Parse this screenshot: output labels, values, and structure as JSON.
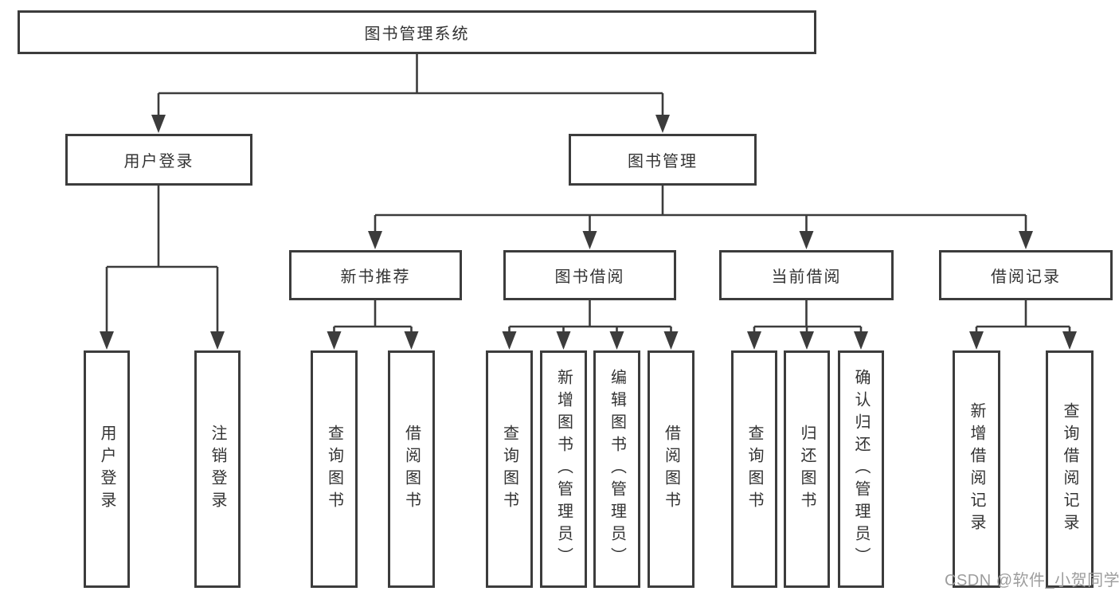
{
  "nodes": {
    "root": "图书管理系统",
    "user_login": "用户登录",
    "book_mgmt": "图书管理",
    "new_book_rec": "新书推荐",
    "book_borrow": "图书借阅",
    "current_borrow": "当前借阅",
    "borrow_records": "借阅记录",
    "leaves": {
      "a1": "用户登录",
      "a2": "注销登录",
      "b1": "查询图书",
      "b2": "借阅图书",
      "c1": "查询图书",
      "c2": "新增图书（管理员）",
      "c3": "编辑图书（管理员）",
      "c4": "借阅图书",
      "d1": "查询图书",
      "d2": "归还图书",
      "d3": "确认归还（管理员）",
      "e1": "新增借阅记录",
      "e2": "查询借阅记录"
    }
  },
  "watermark": "CSDN @软件_小贺同学",
  "colors": {
    "line": "#3c3c3c",
    "text": "#333333",
    "watermark": "#9d9d9d",
    "background": "#ffffff"
  }
}
